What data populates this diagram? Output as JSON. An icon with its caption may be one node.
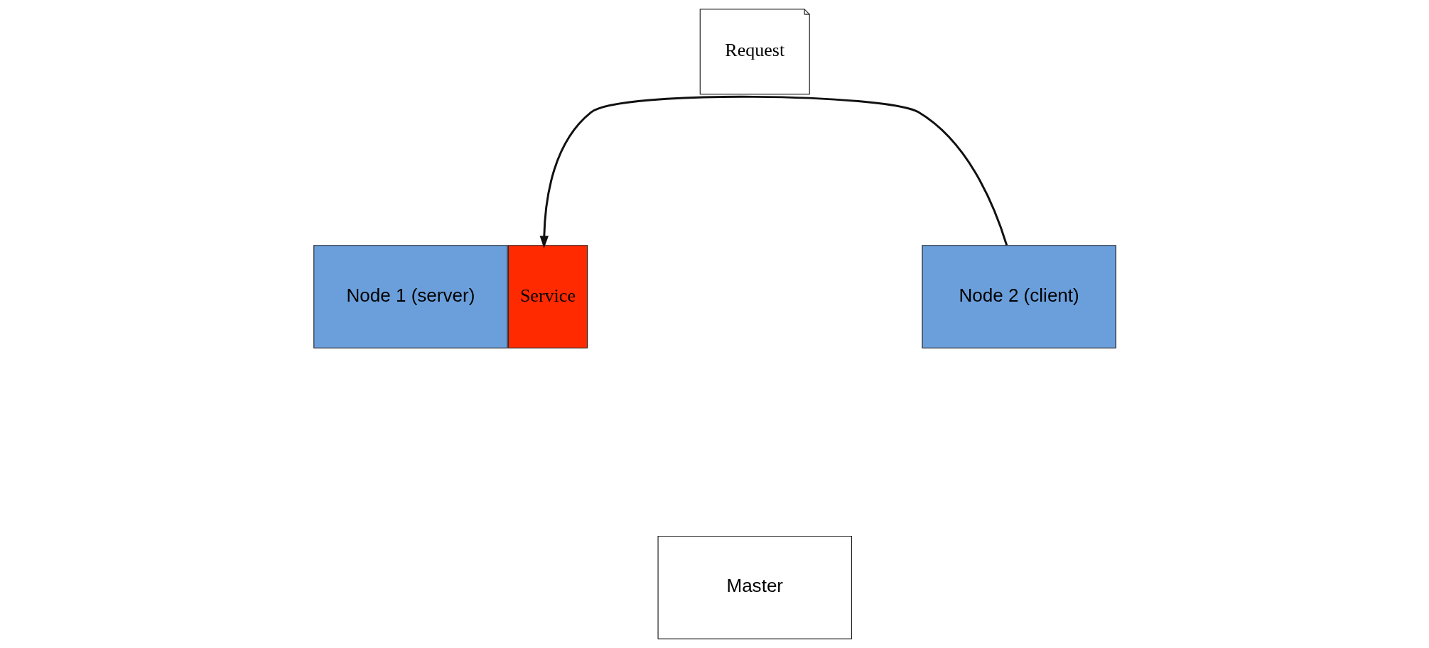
{
  "diagram": {
    "nodes": [
      {
        "text": [
          "Node 1 (server)"
        ]
      },
      {
        "text": [
          "Service"
        ]
      },
      {
        "text": [
          "Request"
        ]
      },
      {
        "text": [
          "Node 2 (client)"
        ]
      },
      {
        "text": [
          "Master"
        ]
      }
    ],
    "edges": [
      {
        "from": 3,
        "to": 1,
        "arrow": "to"
      }
    ]
  }
}
